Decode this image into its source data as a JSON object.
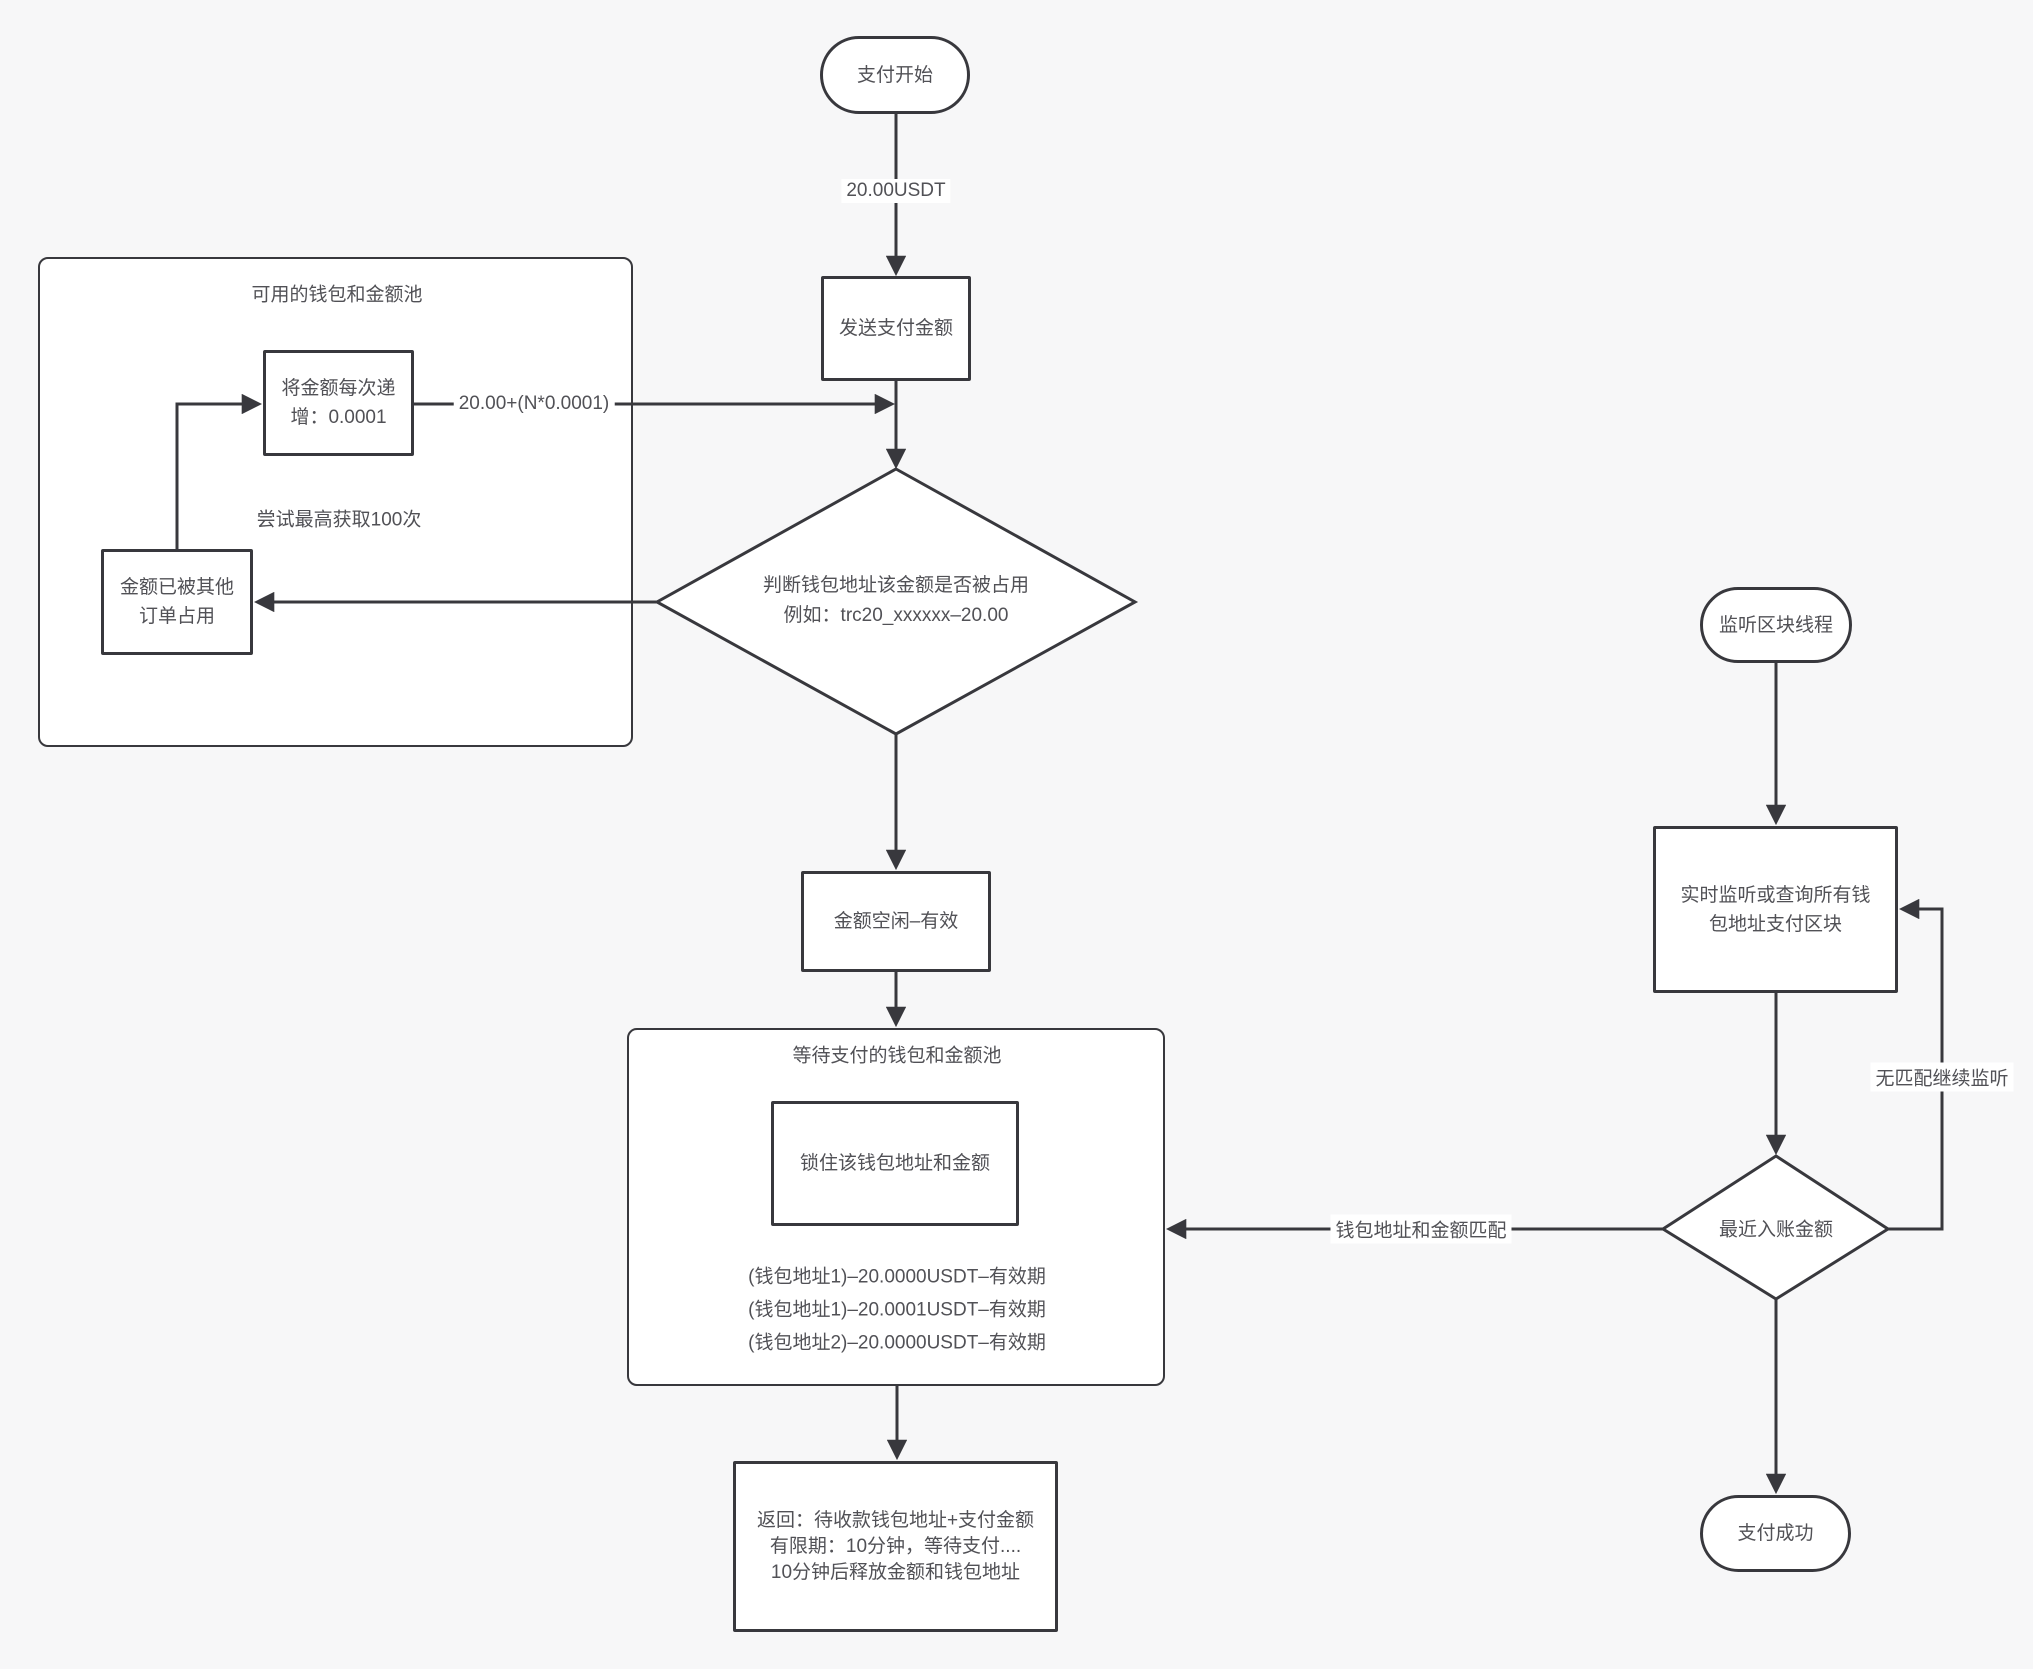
{
  "colors": {
    "background": "#f7f7f8",
    "stroke": "#38383d",
    "text": "#515156",
    "node_fill": "#ffffff"
  },
  "nodes": {
    "start": {
      "label": "支付开始"
    },
    "send_amount": {
      "label": "发送支付金额"
    },
    "check_occupied": {
      "line1": "判断钱包地址该金额是否被占用",
      "line2": "例如：trc20_xxxxxx–20.00"
    },
    "increment": {
      "line1": "将金额每次递",
      "line2": "增：0.0001"
    },
    "occupied": {
      "line1": "金额已被其他",
      "line2": "订单占用"
    },
    "idle": {
      "label": "金额空闲–有效"
    },
    "lock": {
      "label": "锁住该钱包地址和金额"
    },
    "return_box": {
      "line1": "返回：待收款钱包地址+支付金额",
      "line2": "有限期：10分钟，等待支付....",
      "line3": "10分钟后释放金额和钱包地址"
    },
    "listen_thread": {
      "label": "监听区块线程"
    },
    "monitor": {
      "line1": "实时监听或查询所有钱",
      "line2": "包地址支付区块"
    },
    "recent_amount": {
      "label": "最近入账金额"
    },
    "success": {
      "label": "支付成功"
    }
  },
  "containers": {
    "available_pool": {
      "title": "可用的钱包和金额池",
      "note": "尝试最高获取100次"
    },
    "waiting_pool": {
      "title": "等待支付的钱包和金额池",
      "items": [
        "(钱包地址1)–20.0000USDT–有效期",
        "(钱包地址1)–20.0001USDT–有效期",
        "(钱包地址2)–20.0000USDT–有效期"
      ]
    }
  },
  "edge_labels": {
    "payment_amount": "20.00USDT",
    "increment_formula": "20.00+(N*0.0001)",
    "wallet_match": "钱包地址和金额匹配",
    "no_match": "无匹配继续监听"
  }
}
